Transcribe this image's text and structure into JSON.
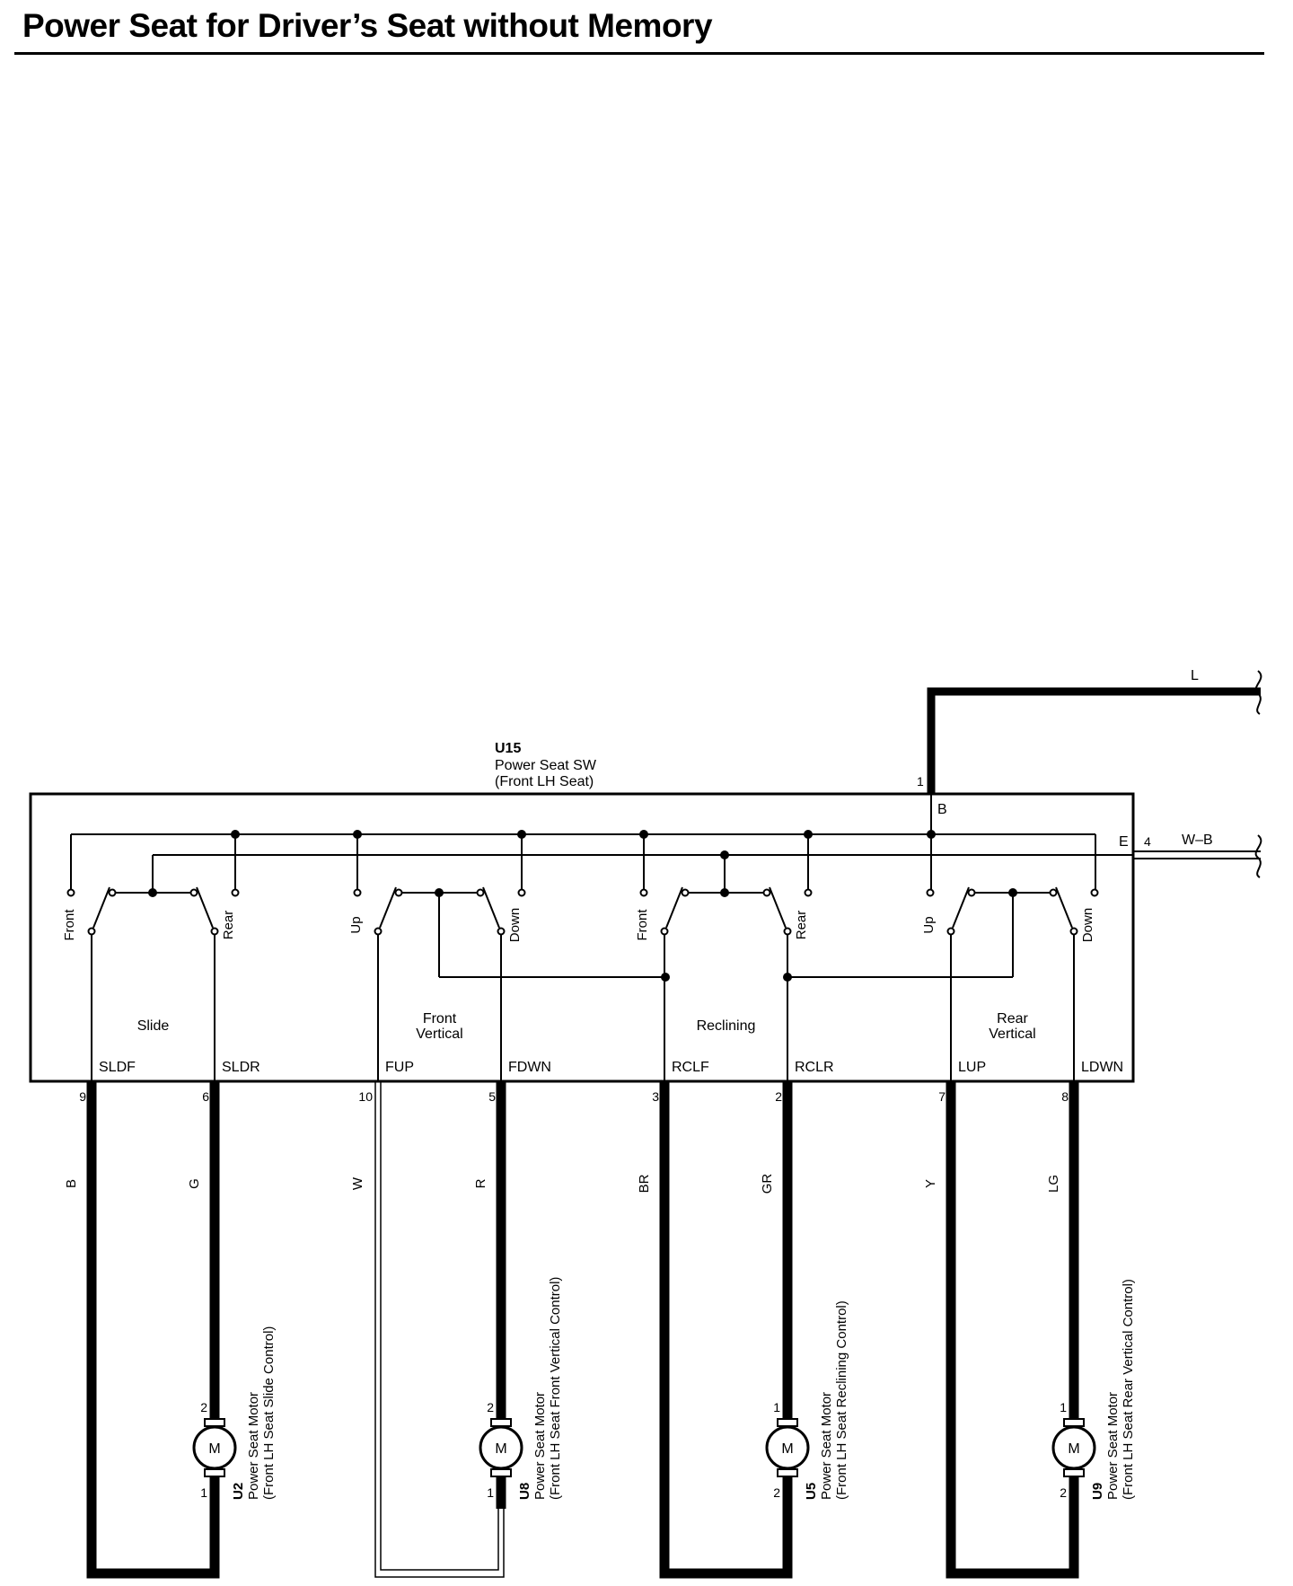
{
  "title": "Power Seat for Driver’s Seat without Memory",
  "switch": {
    "code": "U15",
    "name": "Power Seat SW",
    "location": "(Front LH Seat)",
    "supply_pin": "1",
    "supply_terminal": "B",
    "ground_terminal": "E",
    "ground_pin": "4"
  },
  "external_wires": [
    {
      "color": "L"
    },
    {
      "color": "W–B"
    }
  ],
  "groups": [
    {
      "label_lines": [
        "Slide"
      ],
      "contact_left": "Front",
      "contact_right": "Rear"
    },
    {
      "label_lines": [
        "Front",
        "Vertical"
      ],
      "contact_left": "Up",
      "contact_right": "Down"
    },
    {
      "label_lines": [
        "Reclining"
      ],
      "contact_left": "Front",
      "contact_right": "Rear"
    },
    {
      "label_lines": [
        "Rear",
        "Vertical"
      ],
      "contact_left": "Up",
      "contact_right": "Down"
    }
  ],
  "terminals": [
    {
      "name": "SLDF",
      "pin": "9",
      "wire": "B",
      "heavy": true
    },
    {
      "name": "SLDR",
      "pin": "6",
      "wire": "G",
      "heavy": true
    },
    {
      "name": "FUP",
      "pin": "10",
      "wire": "W",
      "heavy": false
    },
    {
      "name": "FDWN",
      "pin": "5",
      "wire": "R",
      "heavy": true
    },
    {
      "name": "RCLF",
      "pin": "3",
      "wire": "BR",
      "heavy": true
    },
    {
      "name": "RCLR",
      "pin": "2",
      "wire": "GR",
      "heavy": true
    },
    {
      "name": "LUP",
      "pin": "7",
      "wire": "Y",
      "heavy": true
    },
    {
      "name": "LDWN",
      "pin": "8",
      "wire": "LG",
      "heavy": true
    }
  ],
  "motors": [
    {
      "code": "U2",
      "symbol": "M",
      "name": "Power Seat Motor",
      "sub": "(Front LH Seat Slide Control)",
      "pin_top": "2",
      "pin_bottom": "1"
    },
    {
      "code": "U8",
      "symbol": "M",
      "name": "Power Seat Motor",
      "sub": "(Front LH Seat Front Vertical Control)",
      "pin_top": "2",
      "pin_bottom": "1"
    },
    {
      "code": "U5",
      "symbol": "M",
      "name": "Power Seat Motor",
      "sub": "(Front LH Seat Reclining Control)",
      "pin_top": "1",
      "pin_bottom": "2"
    },
    {
      "code": "U9",
      "symbol": "M",
      "name": "Power Seat Motor",
      "sub": "(Front LH Seat Rear Vertical Control)",
      "pin_top": "1",
      "pin_bottom": "2"
    }
  ]
}
